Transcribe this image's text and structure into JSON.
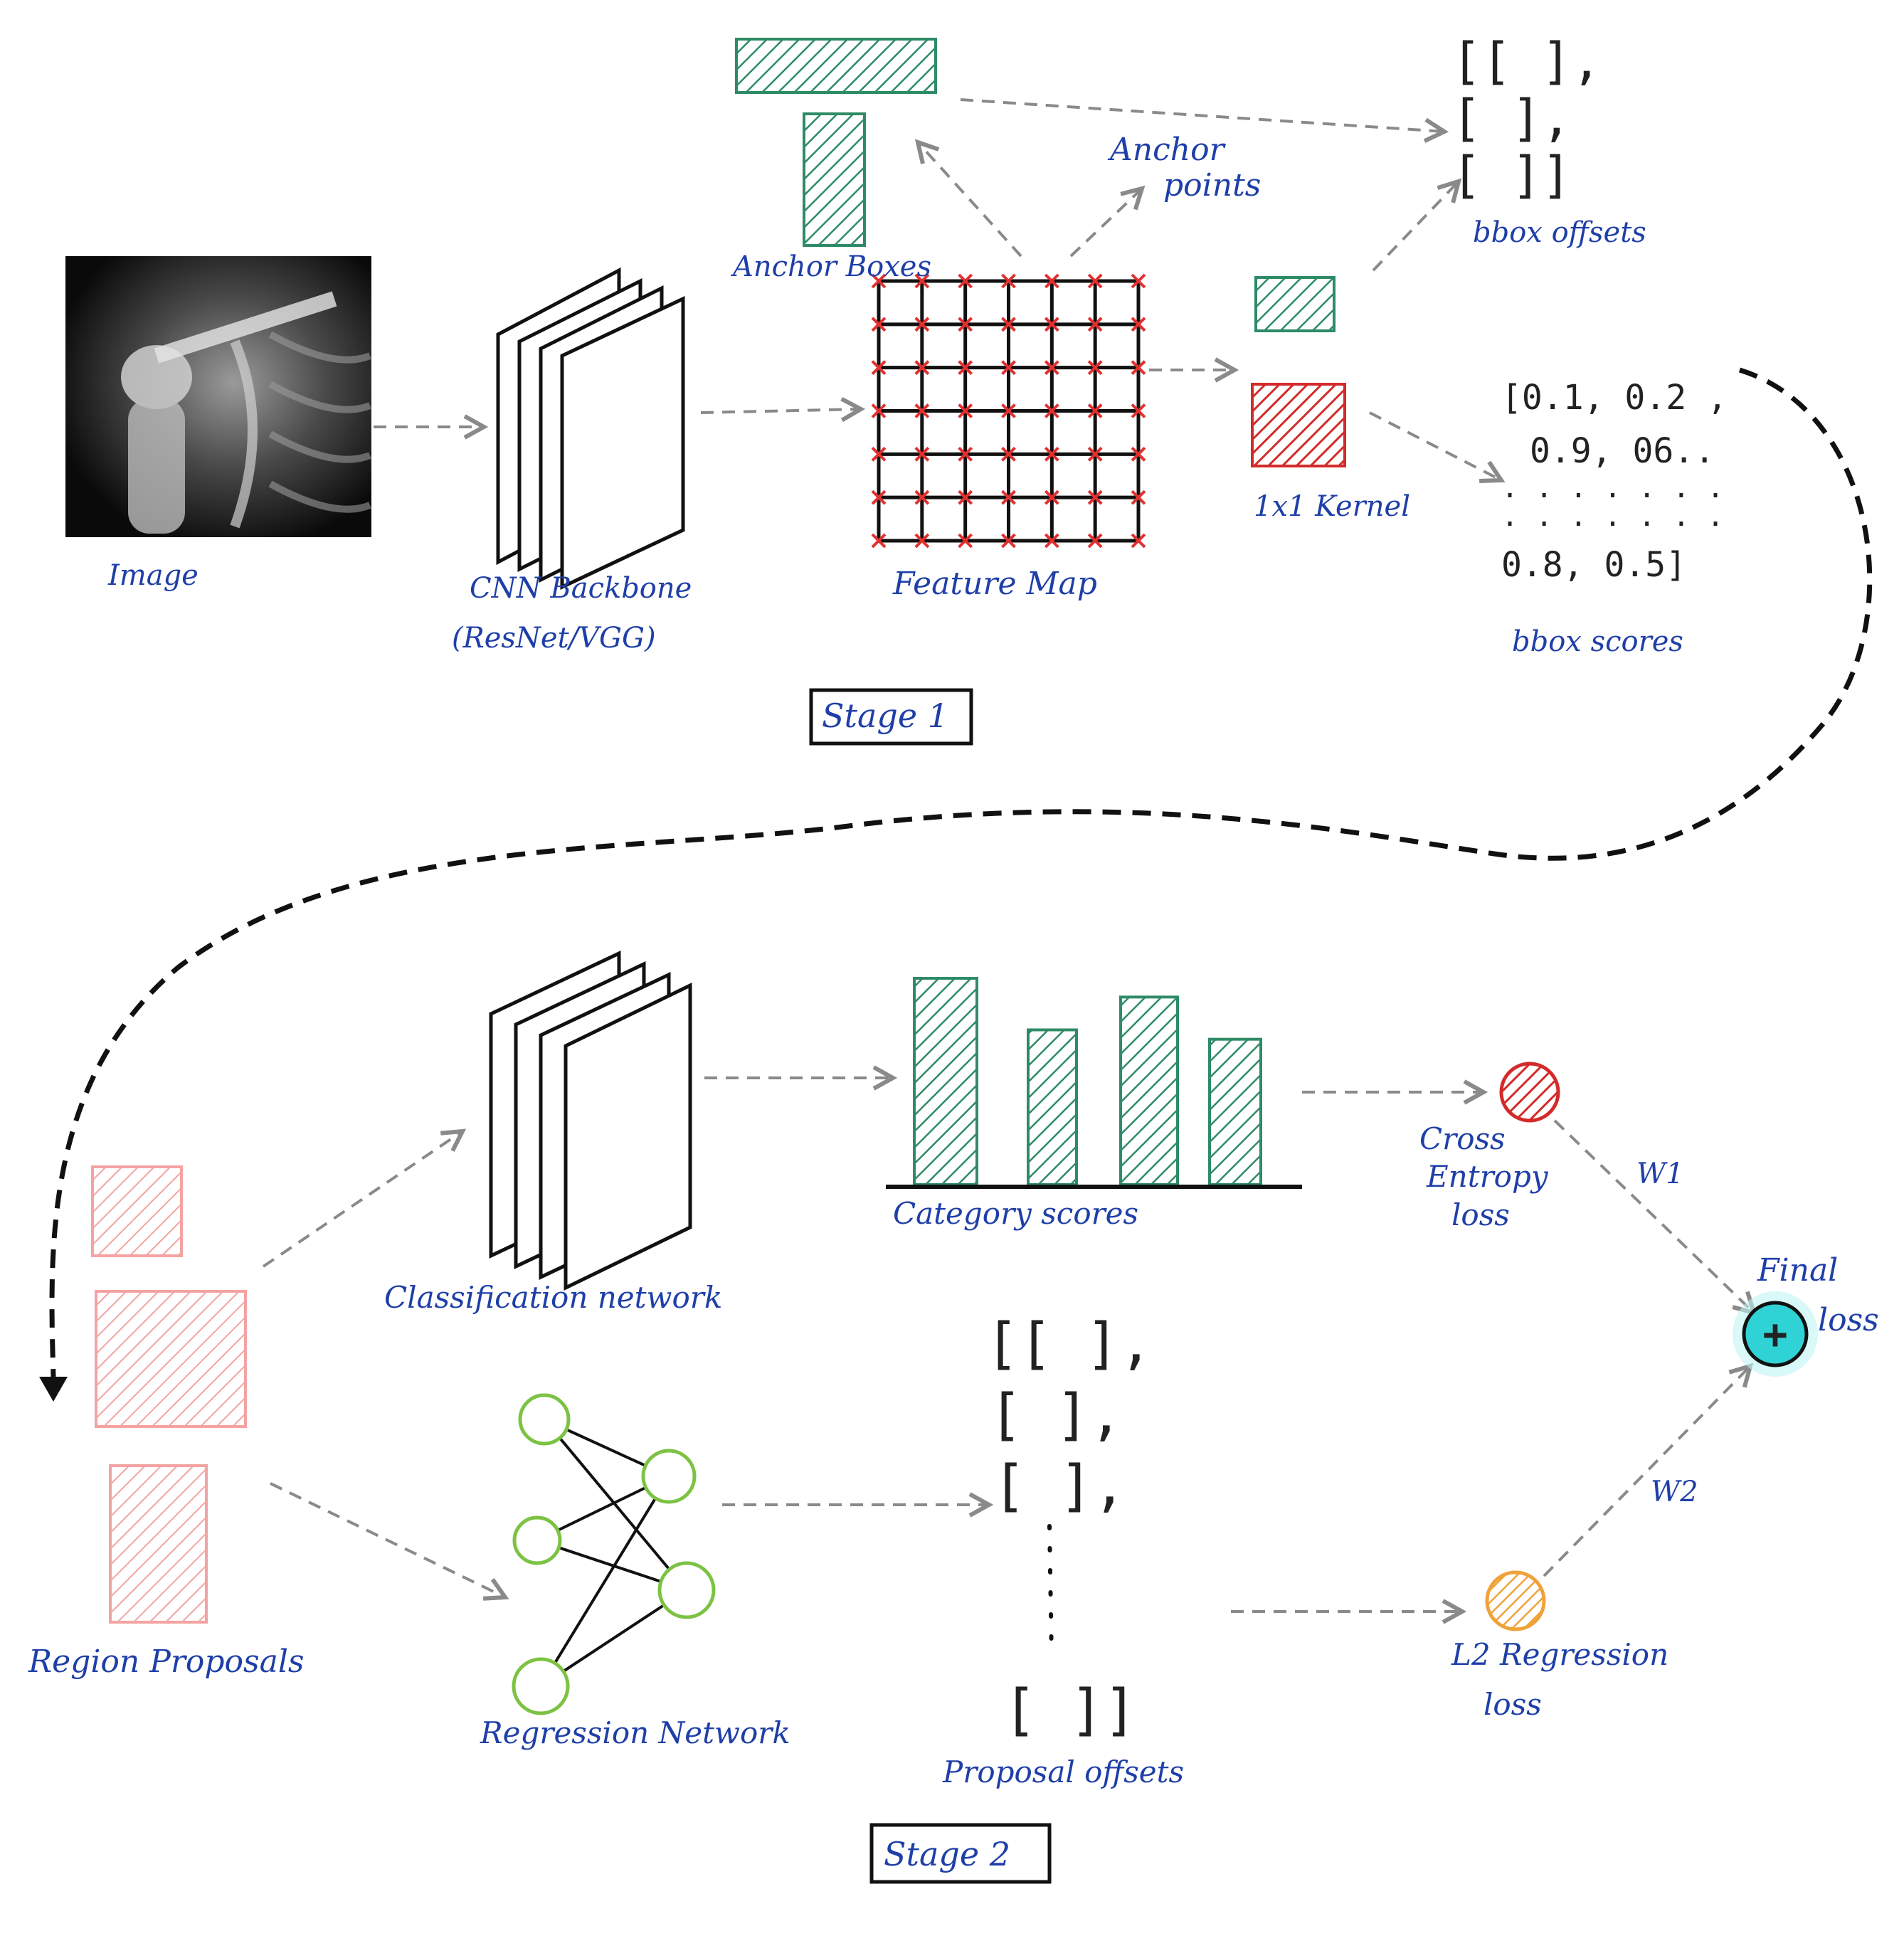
{
  "colors": {
    "label_blue": "#1f3fa8",
    "anchor_green": "#2e8b66",
    "kernel_red": "#d42a2a",
    "proposal_pink": "#f4a3a3",
    "node_green": "#7cc243",
    "ce_loss_red": "#d42a2a",
    "l2_loss_orange": "#f0a23a",
    "final_loss_cyan": "#2fd3d6"
  },
  "stage1": {
    "image_label": "Image",
    "backbone_label_line1": "CNN Backbone",
    "backbone_label_line2": "(ResNet/VGG)",
    "feature_map_label": "Feature Map",
    "anchor_boxes_label": "Anchor Boxes",
    "anchor_points_line1": "Anchor",
    "anchor_points_line2": "points",
    "kernel_label": "1x1 Kernel",
    "bbox_offsets": {
      "rows": [
        "[[     ],",
        " [     ],",
        " [     ]]"
      ],
      "label": "bbox offsets"
    },
    "bbox_scores": {
      "rows": [
        "[0.1, 0.2 ,",
        "0.9, 06..",
        "· · · · · · ·",
        "· · · · · · ·",
        "0.8, 0.5]"
      ],
      "label": "bbox scores"
    },
    "stage_label": "Stage 1"
  },
  "stage2": {
    "region_proposals_label": "Region Proposals",
    "classification_label": "Classification network",
    "regression_label": "Regression Network",
    "category_scores_label": "Category scores",
    "category_bars": [
      0.88,
      0.66,
      0.8,
      0.62
    ],
    "ce_loss_line1": "Cross",
    "ce_loss_line2": "Entropy",
    "ce_loss_line3": "loss",
    "w1": "W1",
    "w2": "W2",
    "l2_loss_line1": "L2 Regression",
    "l2_loss_line2": "loss",
    "final_loss_line1": "Final",
    "final_loss_line2": "loss",
    "plus_symbol": "+",
    "proposal_offsets": {
      "rows": [
        "[[      ],",
        " [      ],",
        "  [      ],",
        "   [      ]]"
      ],
      "label": "Proposal offsets"
    },
    "stage_label": "Stage 2"
  }
}
